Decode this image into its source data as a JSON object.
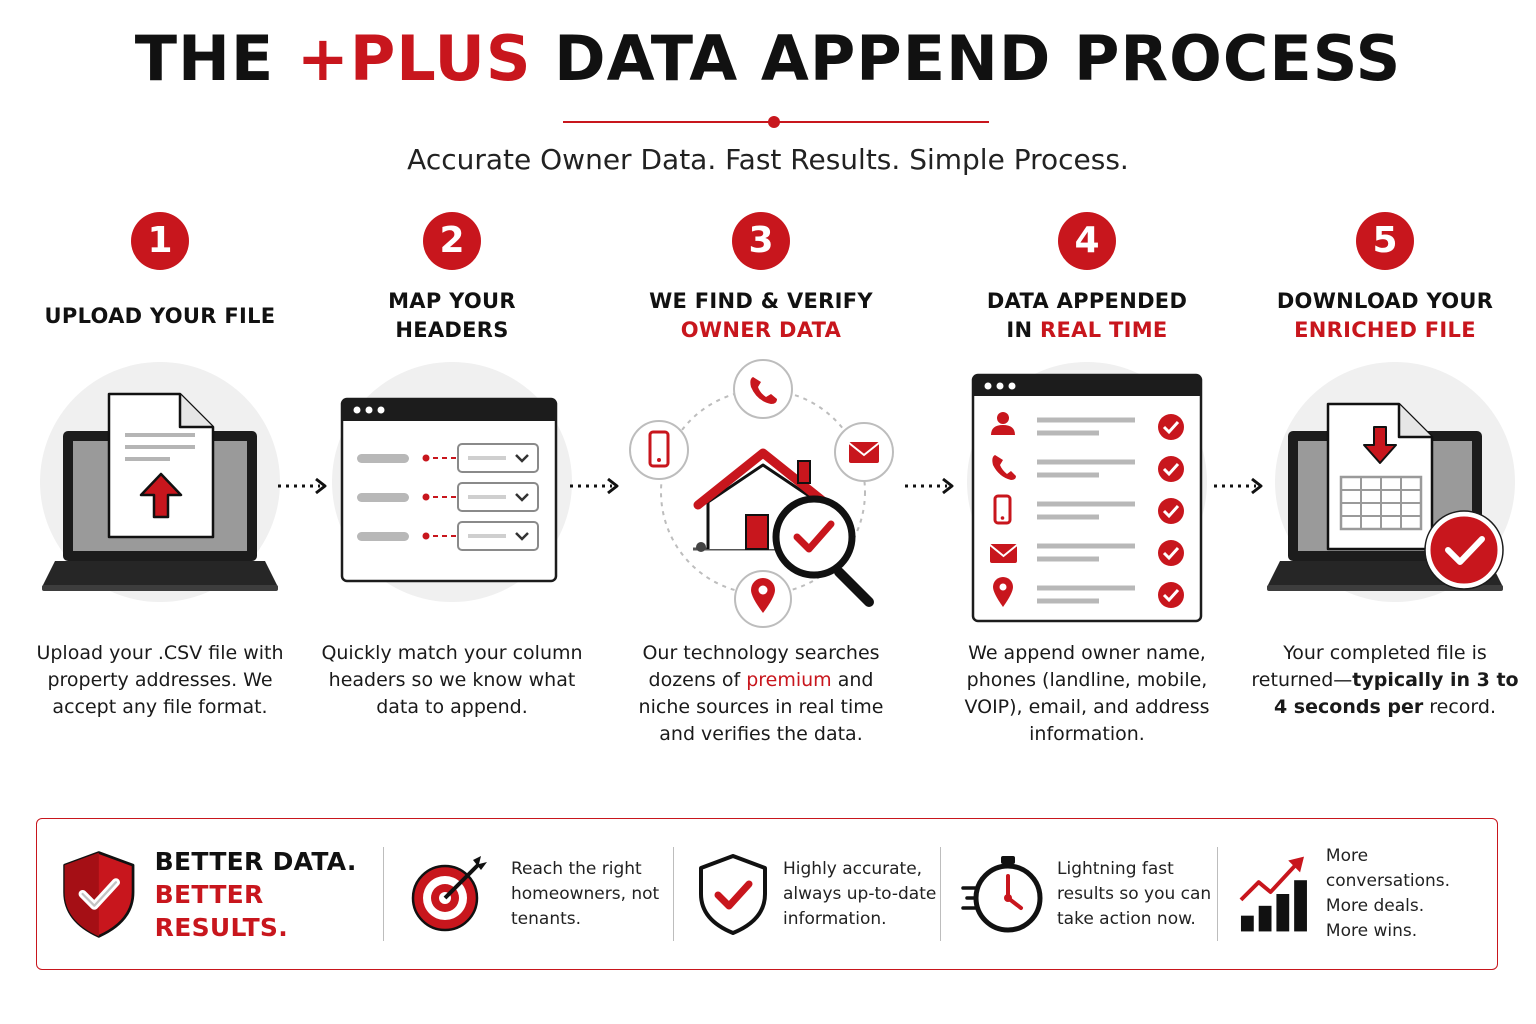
{
  "header": {
    "title_pre": "THE ",
    "title_accent": "+PLUS",
    "title_post": " DATA APPEND PROCESS",
    "subtitle": "Accurate Owner Data. Fast Results. Simple Process."
  },
  "colors": {
    "accent": "#c8161d",
    "text": "#111111",
    "circle_bg": "#f0f0f0"
  },
  "steps": [
    {
      "number": "1",
      "title": [
        [
          {
            "t": "UPLOAD YOUR FILE",
            "red": false
          }
        ]
      ],
      "icon": "laptop-upload-icon",
      "desc": [
        {
          "t": "Upload your .CSV file with property addresses. We accept any file format.",
          "s": ""
        }
      ]
    },
    {
      "number": "2",
      "title": [
        [
          {
            "t": "MAP YOUR",
            "red": false
          }
        ],
        [
          {
            "t": "HEADERS",
            "red": false
          }
        ]
      ],
      "icon": "header-mapping-icon",
      "desc": [
        {
          "t": "Quickly match your column headers so we know what data to append.",
          "s": ""
        }
      ]
    },
    {
      "number": "3",
      "title": [
        [
          {
            "t": "WE FIND & VERIFY",
            "red": false
          }
        ],
        [
          {
            "t": "OWNER DATA",
            "red": true
          }
        ]
      ],
      "icon": "house-search-icon",
      "desc": [
        {
          "t": "Our technology searches dozens of ",
          "s": ""
        },
        {
          "t": "premium",
          "s": "red"
        },
        {
          "t": " and niche sources in real time and verifies the data.",
          "s": ""
        }
      ]
    },
    {
      "number": "4",
      "title": [
        [
          {
            "t": "DATA APPENDED",
            "red": false
          }
        ],
        [
          {
            "t": "IN ",
            "red": false
          },
          {
            "t": "REAL TIME",
            "red": true
          }
        ]
      ],
      "icon": "appended-records-icon",
      "desc": [
        {
          "t": "We append owner name, phones (landline, mobile, VOIP), email, and address information.",
          "s": ""
        }
      ]
    },
    {
      "number": "5",
      "title": [
        [
          {
            "t": "DOWNLOAD YOUR",
            "red": false
          }
        ],
        [
          {
            "t": "ENRICHED FILE",
            "red": true
          }
        ]
      ],
      "icon": "laptop-download-icon",
      "desc": [
        {
          "t": "Your completed file is returned—",
          "s": ""
        },
        {
          "t": "typically in 3 to 4 seconds per",
          "s": "bold"
        },
        {
          "t": " record.",
          "s": ""
        }
      ]
    }
  ],
  "features": {
    "brand_line1": "BETTER DATA.",
    "brand_line2": "BETTER RESULTS.",
    "brand_icon": "shield-check-icon",
    "items": [
      {
        "icon": "target-icon",
        "lines": [
          "Reach the right",
          "homeowners, not",
          "tenants."
        ]
      },
      {
        "icon": "shield-outline-icon",
        "lines": [
          "Highly accurate,",
          "always up-to-date",
          "information."
        ]
      },
      {
        "icon": "stopwatch-icon",
        "lines": [
          "Lightning fast",
          "results so you can",
          "take action now."
        ]
      },
      {
        "icon": "growth-chart-icon",
        "lines": [
          "More conversations.",
          "More deals.",
          "More wins."
        ]
      }
    ]
  }
}
